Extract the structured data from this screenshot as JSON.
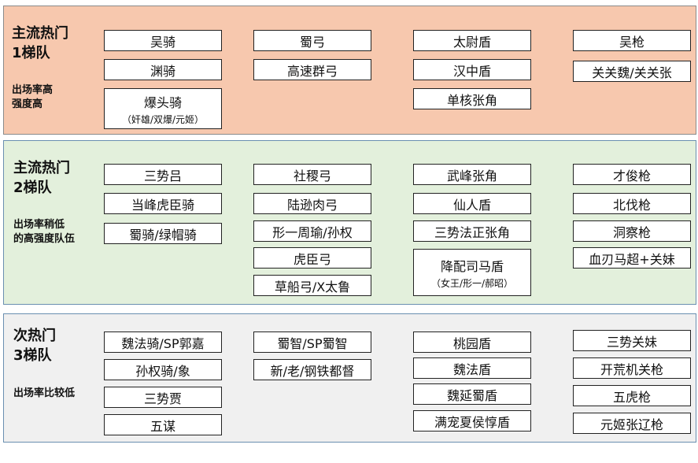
{
  "tiers": [
    {
      "title_line1": "主流热门",
      "title_line2": "1梯队",
      "desc_line1": "出场率高",
      "desc_line2": "强度高",
      "columns": [
        [
          {
            "label": "吴骑"
          },
          {
            "label": "渊骑"
          },
          {
            "label": "爆头骑",
            "sub": "（奸雄/双爆/元姬）"
          }
        ],
        [
          {
            "label": "蜀弓"
          },
          {
            "label": "高速群弓"
          }
        ],
        [
          {
            "label": "太尉盾"
          },
          {
            "label": "汉中盾"
          },
          {
            "label": "单核张角"
          }
        ],
        [
          {
            "label": "吴枪"
          },
          {
            "label": "关关魏/关关张"
          }
        ]
      ]
    },
    {
      "title_line1": "主流热门",
      "title_line2": "2梯队",
      "desc_line1": "出场率稍低",
      "desc_line2": "的高强度队伍",
      "columns": [
        [
          {
            "label": "三势吕"
          },
          {
            "label": "当峰虎臣骑"
          },
          {
            "label": "蜀骑/绿帽骑"
          }
        ],
        [
          {
            "label": "社稷弓"
          },
          {
            "label": "陆逊肉弓"
          },
          {
            "label": "形一周瑜/孙权"
          },
          {
            "label": "虎臣弓"
          },
          {
            "label": "草船弓/X太鲁"
          }
        ],
        [
          {
            "label": "武峰张角"
          },
          {
            "label": "仙人盾"
          },
          {
            "label": "三势法正张角"
          },
          {
            "label": "降配司马盾",
            "sub": "（女王/形一/郝昭）"
          }
        ],
        [
          {
            "label": "才俊枪"
          },
          {
            "label": "北伐枪"
          },
          {
            "label": "洞察枪"
          },
          {
            "label": "血刃马超+关妹"
          }
        ]
      ]
    },
    {
      "title_line1": "次热门",
      "title_line2": "3梯队",
      "desc_line1": "出场率比较低",
      "desc_line2": "",
      "columns": [
        [
          {
            "label": "魏法骑/SP郭嘉"
          },
          {
            "label": "孙权骑/象"
          },
          {
            "label": "三势贾"
          },
          {
            "label": "五谋"
          }
        ],
        [
          {
            "label": "蜀智/SP蜀智"
          },
          {
            "label": "新/老/钢铁都督"
          }
        ],
        [
          {
            "label": "桃园盾"
          },
          {
            "label": "魏法盾"
          },
          {
            "label": "魏延蜀盾"
          },
          {
            "label": "满宠夏侯惇盾"
          }
        ],
        [
          {
            "label": "三势关妹"
          },
          {
            "label": "开荒机关枪"
          },
          {
            "label": "五虎枪"
          },
          {
            "label": "元姬张辽枪"
          }
        ]
      ]
    }
  ]
}
